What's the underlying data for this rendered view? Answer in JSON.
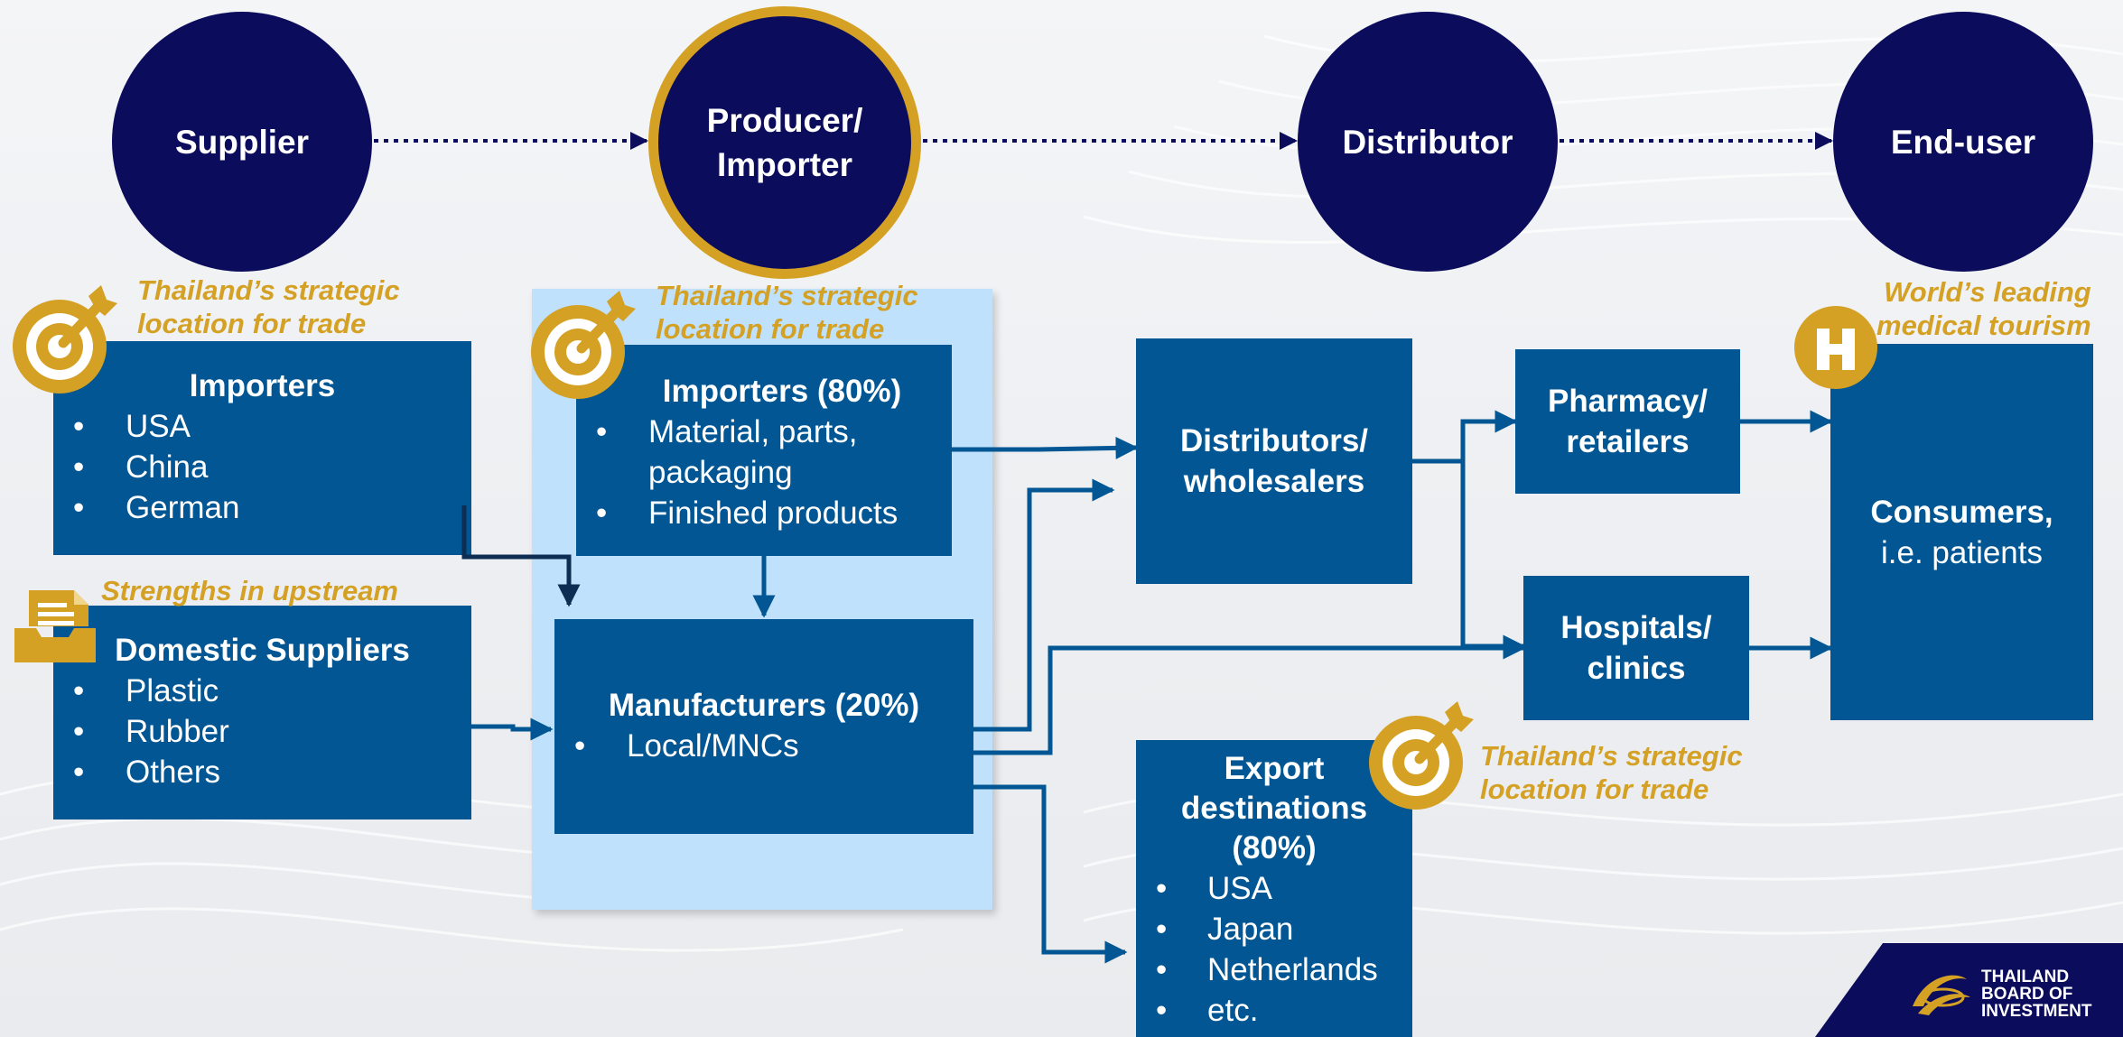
{
  "stages": [
    {
      "label": "Supplier"
    },
    {
      "label": "Producer/\nImporter"
    },
    {
      "label": "Distributor"
    },
    {
      "label": "End-user"
    }
  ],
  "notes": {
    "supplier_strategic": "Thailand’s strategic\nlocation for trade",
    "producer_strategic": "Thailand’s strategic\nlocation for trade",
    "upstream": "Strengths in upstream",
    "export_strategic": "Thailand’s strategic\nlocation for trade",
    "medical_tourism": "World’s leading\nmedical tourism"
  },
  "boxes": {
    "importers": {
      "title": "Importers",
      "items": [
        "USA",
        "China",
        "German"
      ]
    },
    "domestic_suppliers": {
      "title": "Domestic Suppliers",
      "items": [
        "Plastic",
        "Rubber",
        "Others"
      ]
    },
    "importers_80": {
      "title": "Importers (80%)",
      "items": [
        "Material, parts, packaging",
        "Finished products"
      ]
    },
    "manufacturers": {
      "title": "Manufacturers (20%)",
      "items": [
        "Local/MNCs"
      ]
    },
    "distributors": {
      "title": "Distributors/\nwholesalers"
    },
    "pharmacy": {
      "title": "Pharmacy/\nretailers"
    },
    "hospitals": {
      "title": "Hospitals/\nclinics"
    },
    "consumers": {
      "title": "Consumers,",
      "subtitle": "i.e. patients"
    },
    "export": {
      "title": "Export\ndestinations\n(80%)",
      "items": [
        "USA",
        "Japan",
        "Netherlands",
        "etc."
      ]
    }
  },
  "logo": {
    "lines": [
      "THAILAND",
      "BOARD OF",
      "INVESTMENT"
    ]
  },
  "colors": {
    "navy": "#0b0c5c",
    "box_blue": "#015693",
    "gold": "#d4a125",
    "panel_blue": "#bfe1fb"
  },
  "icons": {
    "target": "target-arrow-icon",
    "inbox": "inbox-tray-icon",
    "hospital": "hospital-h-icon"
  }
}
